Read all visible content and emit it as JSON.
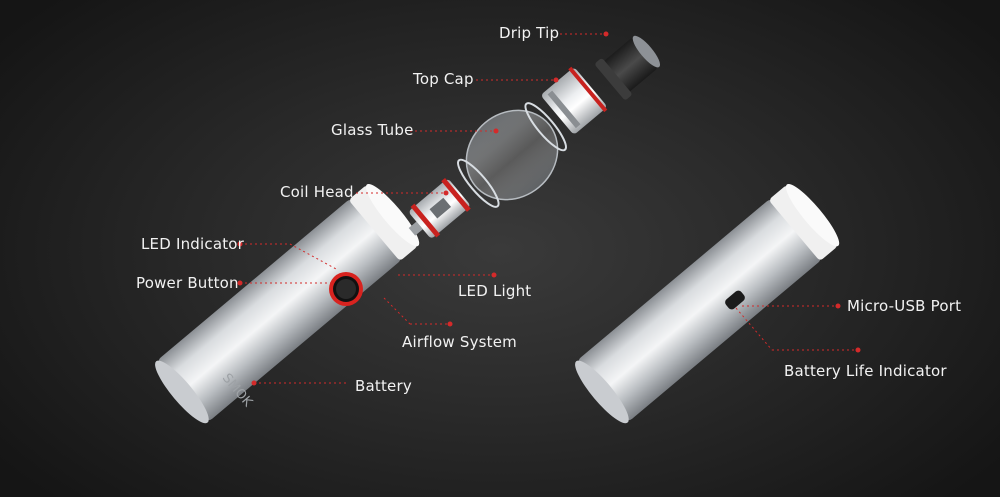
{
  "labels": {
    "drip_tip": "Drip Tip",
    "top_cap": "Top Cap",
    "glass_tube": "Glass Tube",
    "coil_head": "Coil Head",
    "led_indicator": "LED Indicator",
    "power_button": "Power Button",
    "led_light": "LED Light",
    "airflow_system": "Airflow System",
    "battery": "Battery",
    "micro_usb_port": "Micro-USB Port",
    "battery_life_indicator": "Battery Life Indicator"
  },
  "brand_text": "SMOK",
  "colors": {
    "leader_line": "#d42a2a",
    "label_text": "#f2f2f2",
    "background": "#2a2a2a",
    "accent_ring": "#d8231f"
  }
}
